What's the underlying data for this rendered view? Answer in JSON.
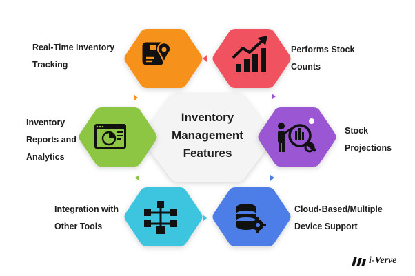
{
  "title": "Inventory\nManagement\nFeatures",
  "features": [
    {
      "label": "Real-Time Inventory\nTracking",
      "color": "#f6921e",
      "icon": "box-location-icon"
    },
    {
      "label": "Performs Stock\nCounts",
      "color": "#f0525f",
      "icon": "growth-chart-icon"
    },
    {
      "label": "Stock\nProjections",
      "color": "#9b57d3",
      "icon": "analysis-presenter-icon"
    },
    {
      "label": "Cloud-Based/Multiple\nDevice Support",
      "color": "#4d7ee8",
      "icon": "database-gear-icon"
    },
    {
      "label": "Integration with\nOther Tools",
      "color": "#3cc5e0",
      "icon": "integration-network-icon"
    },
    {
      "label": "Inventory\nReports and\nAnalytics",
      "color": "#8cc642",
      "icon": "report-screen-icon"
    }
  ],
  "connector_colors": [
    "#f0525f",
    "#9b57d3",
    "#4d7ee8",
    "#3cc5e0",
    "#8cc642",
    "#f6921e"
  ],
  "logo": {
    "text": "i-Verve",
    "icon": "i-verve-logo-icon"
  }
}
